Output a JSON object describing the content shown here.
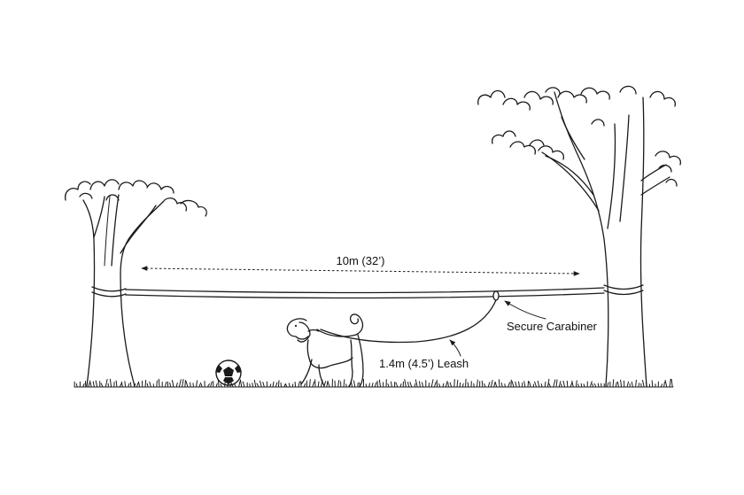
{
  "labels": {
    "span": "10m (32’)",
    "leash": "1.4m (4.5’) Leash",
    "carabiner": "Secure Carabiner"
  },
  "colors": {
    "ink": "#1a1a1a",
    "background": "#ffffff"
  }
}
